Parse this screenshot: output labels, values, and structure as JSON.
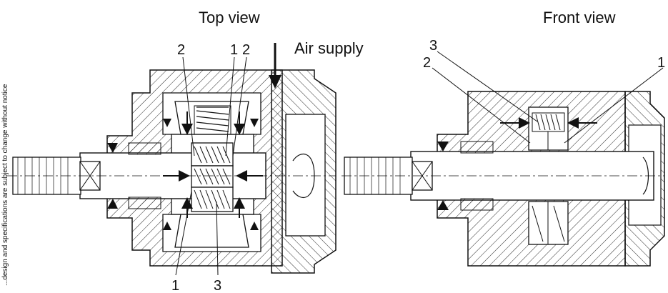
{
  "views": {
    "top": "Top view",
    "front": "Front view"
  },
  "air_supply": "Air supply",
  "side_note": "...design and specifications are subject to change without notice",
  "callouts": {
    "top": [
      "2",
      "1",
      "2",
      "1",
      "3"
    ],
    "front": [
      "3",
      "2",
      "1"
    ]
  },
  "colors": {
    "line": "#111111",
    "background": "#ffffff"
  }
}
